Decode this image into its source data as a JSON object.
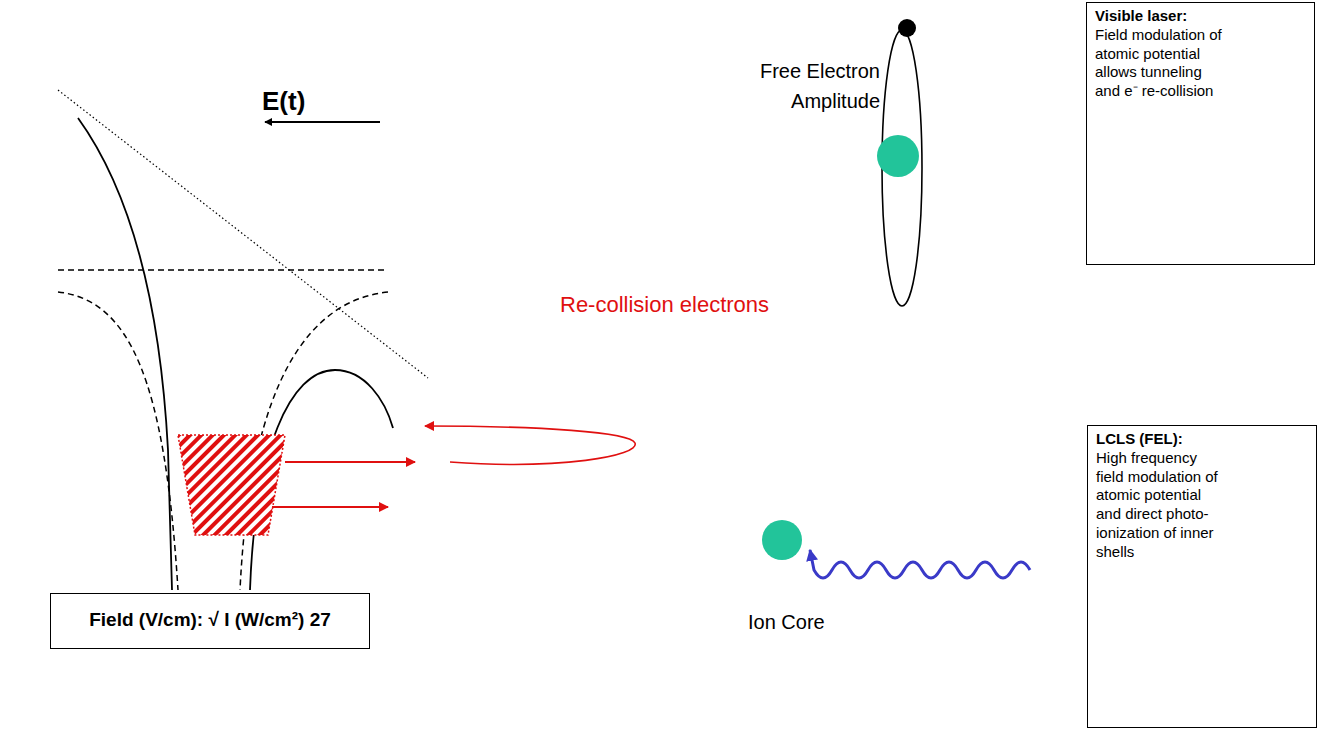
{
  "diagram": {
    "nodes": [
      {
        "text": [
          "Visible laser:",
          "Field modulation of atomic potential allows tunneling and e⁻ re-collision"
        ]
      },
      {
        "text": [
          "LCLS (FEL):",
          "High frequency field modulation of atomic potential and direct photo-ionization of inner shells"
        ]
      },
      {
        "text": [
          "Field (V/cm): √ I (W/cm²) 27"
        ]
      }
    ],
    "labels": [
      "E(t)",
      "Re-collision electrons",
      "Free Electron Amplitude",
      "Ion Core"
    ]
  }
}
